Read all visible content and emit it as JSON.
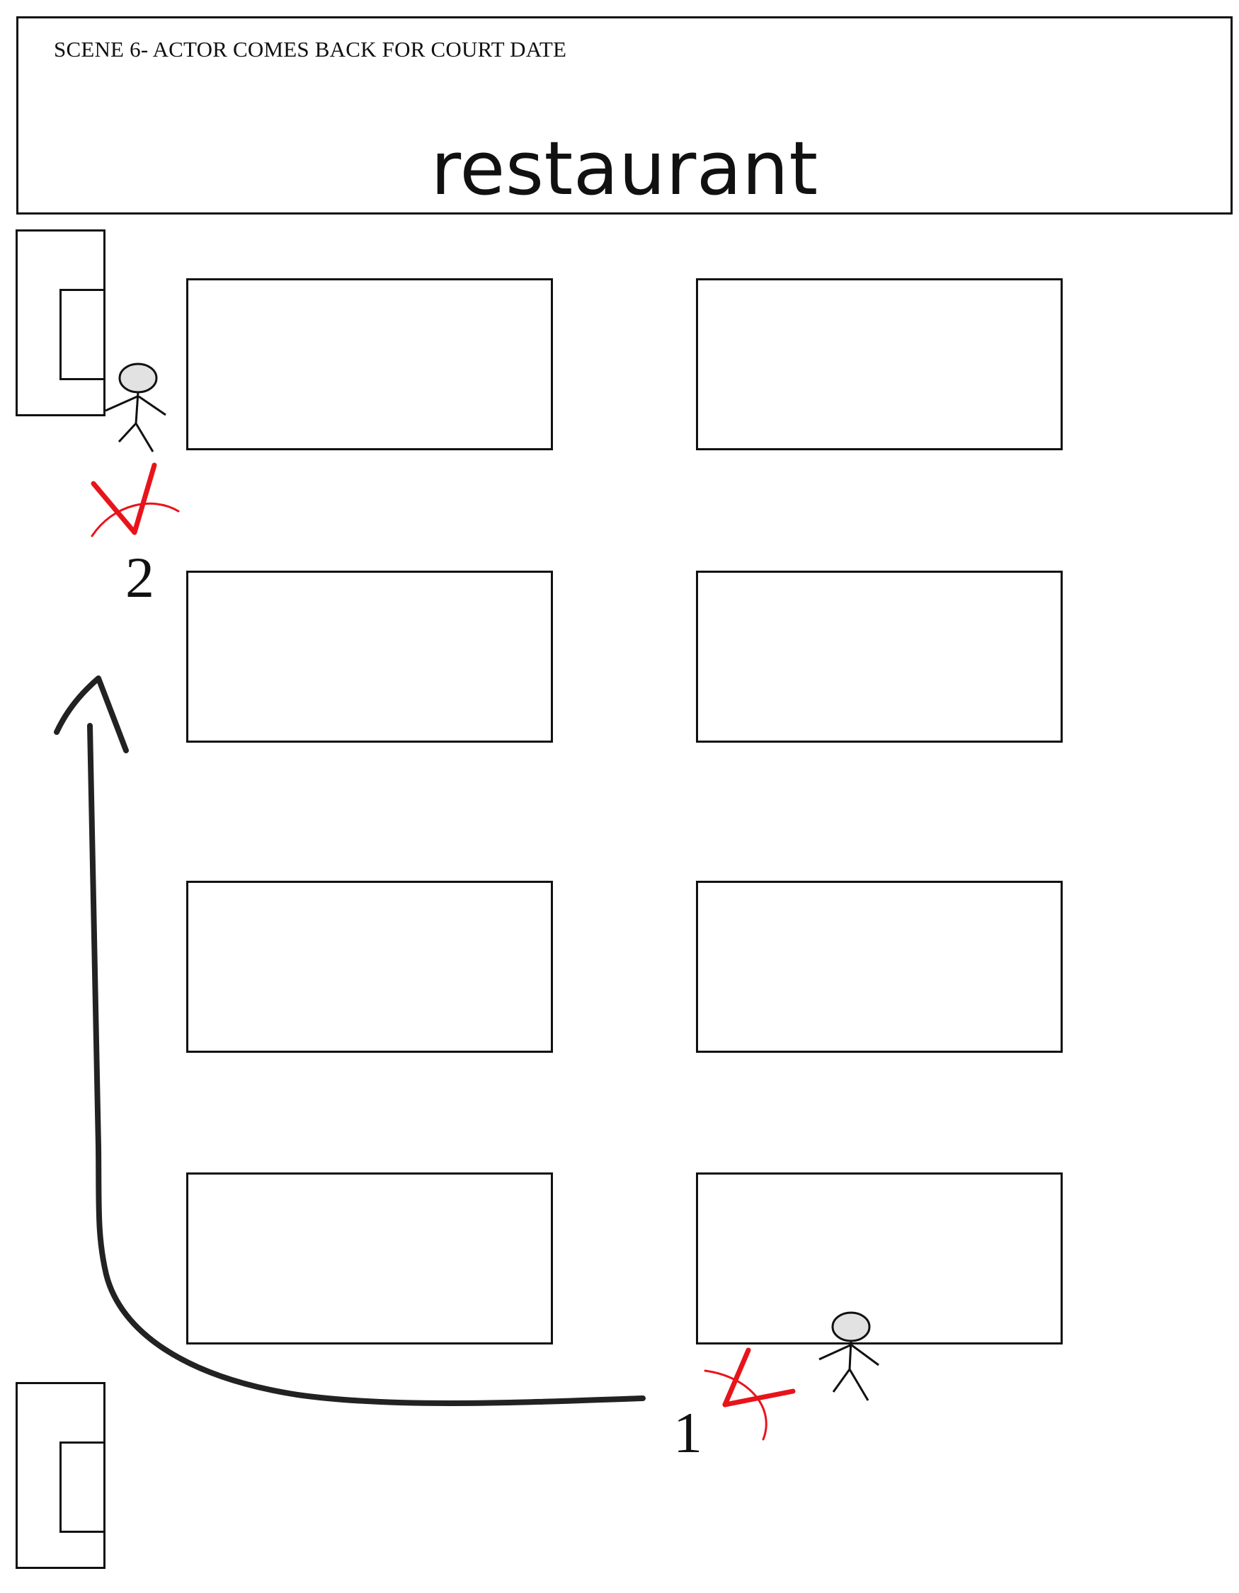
{
  "header": {
    "scene_title": "SCENE 6- ACTOR COMES BACK FOR COURT DATE",
    "location": "restaurant"
  },
  "marks": [
    {
      "id": "mark-1",
      "label": "1"
    },
    {
      "id": "mark-2",
      "label": "2"
    }
  ],
  "colors": {
    "line": "#111111",
    "mark": "#e8141b",
    "actor_head": "#e2e2e2",
    "path": "#222222"
  }
}
